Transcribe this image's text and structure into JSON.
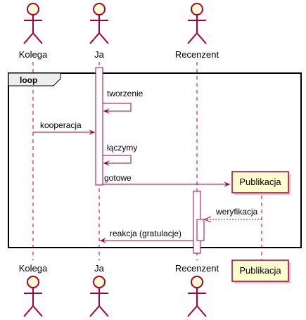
{
  "participants": {
    "kolega": "Kolega",
    "ja": "Ja",
    "recenzent": "Recenzent",
    "publikacja": "Publikacja"
  },
  "fragment": {
    "label": "loop"
  },
  "messages": {
    "m1": "tworzenie",
    "m2": "kooperacja",
    "m3": "łączymy",
    "m4": "gotowe",
    "m5": "weryfikacja",
    "m6": "reakcja (gratulacje)"
  },
  "colors": {
    "actor_fill": "#FEFECE",
    "line": "#A80036",
    "lifeline": "#A80036",
    "frame": "#000000"
  }
}
